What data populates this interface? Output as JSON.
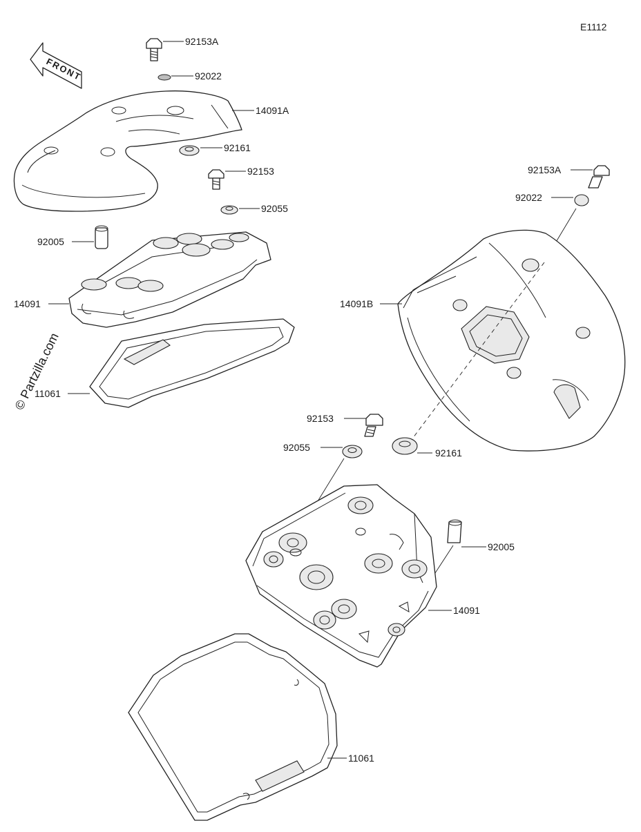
{
  "diagram_code": "E1112",
  "watermark": "© Partzilla.com",
  "front_arrow_text": "FRONT",
  "labels": {
    "bolt_top_left": "92153A",
    "washer_top_left": "92022",
    "cover_left": "14091A",
    "grommet_left": "92161",
    "bolt_left": "92153",
    "washer_left": "92055",
    "dowel_left": "92005",
    "head_cover_left": "14091",
    "gasket_left": "11061",
    "bolt_top_right": "92153A",
    "washer_top_right": "92022",
    "cover_right": "14091B",
    "bolt_right": "92153",
    "washer_right": "92055",
    "grommet_right": "92161",
    "dowel_right": "92005",
    "head_cover_right": "14091",
    "gasket_right": "11061"
  }
}
